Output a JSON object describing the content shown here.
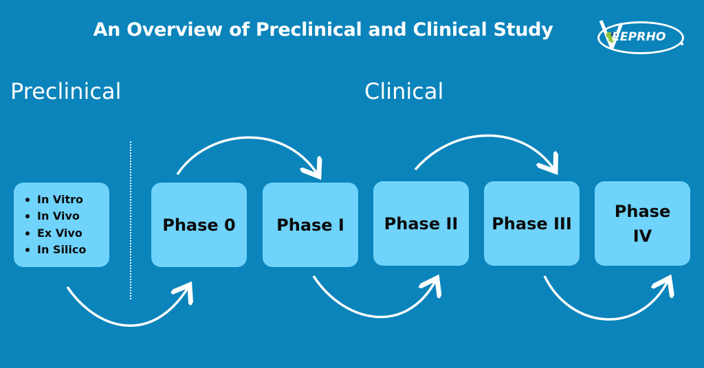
{
  "header": {
    "title": "An Overview of Preclinical and Clinical Study"
  },
  "logo": {
    "text": "EEPRHO"
  },
  "sections": {
    "preclinical": "Preclinical",
    "clinical": "Clinical"
  },
  "preclinical_box": {
    "items": [
      "In Vitro",
      "In Vivo",
      "Ex Vivo",
      "In Silico"
    ]
  },
  "phases": [
    {
      "label": "Phase 0"
    },
    {
      "label": "Phase I"
    },
    {
      "label": "Phase II"
    },
    {
      "label": "Phase III"
    },
    {
      "label": "Phase IV"
    }
  ],
  "colors": {
    "background": "#0a84bb",
    "box": "#6fd3fb",
    "text_dark": "#0b0b0b",
    "logo_bg": "#0a84bb",
    "logo_green": "#8dc63f"
  }
}
